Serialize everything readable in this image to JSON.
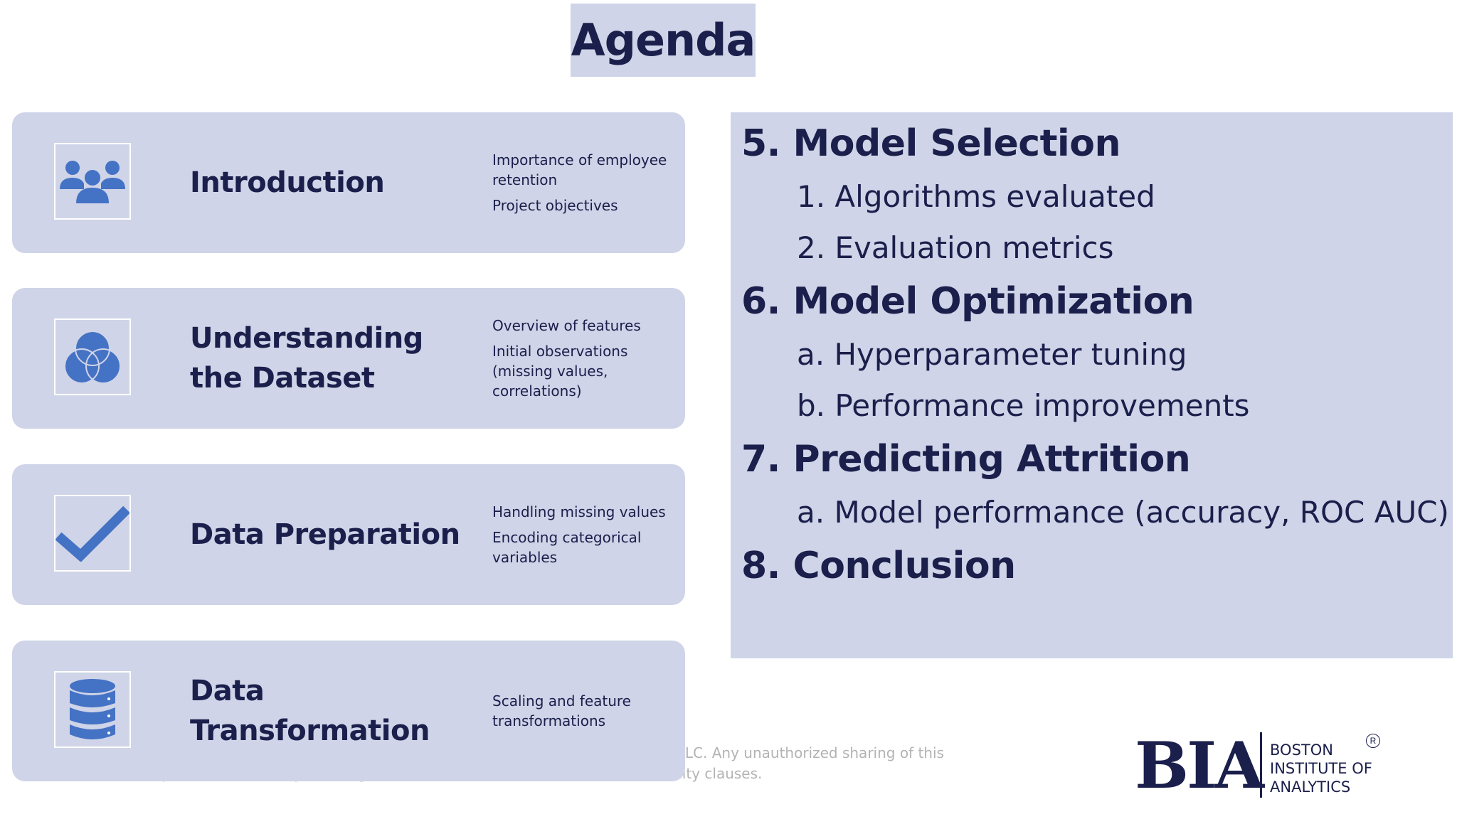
{
  "title": "Agenda",
  "colors": {
    "panel": "#cfd4e8",
    "text": "#1b1f4b",
    "icon": "#4472c4"
  },
  "cards": [
    {
      "icon": "people-group-icon",
      "title": "Introduction",
      "details": [
        "Importance of employee retention",
        "Project objectives"
      ]
    },
    {
      "icon": "venn-diagram-icon",
      "title": "Understanding the Dataset",
      "details": [
        "Overview of features",
        "Initial observations (missing values, correlations)"
      ]
    },
    {
      "icon": "checkmark-icon",
      "title": "Data Preparation",
      "details": [
        "Handling missing values",
        "Encoding categorical variables"
      ]
    },
    {
      "icon": "database-icon",
      "title": "Data Transformation",
      "details": [
        "Scaling and feature transformations"
      ]
    }
  ],
  "agenda": [
    {
      "heading": "5. Model Selection",
      "items": [
        "1. Algorithms evaluated",
        "2. Evaluation metrics"
      ]
    },
    {
      "heading": "6. Model Optimization",
      "items": [
        "a. Hyperparameter tuning",
        "b. Performance improvements"
      ]
    },
    {
      "heading": "7. Predicting Attrition",
      "items": [
        "a. Model performance (accuracy, ROC AUC)"
      ]
    },
    {
      "heading": "8. Conclusion",
      "items": []
    }
  ],
  "footer": {
    "line1": "s LLC. Any unauthorized sharing of this",
    "line2": "material is prohibited and subject to legal action under breach of IP and confidentiality clauses."
  },
  "logo": {
    "mark": "BIA",
    "line1": "BOSTON",
    "line2": "INSTITUTE OF",
    "line3": "ANALYTICS",
    "reg": "R"
  }
}
